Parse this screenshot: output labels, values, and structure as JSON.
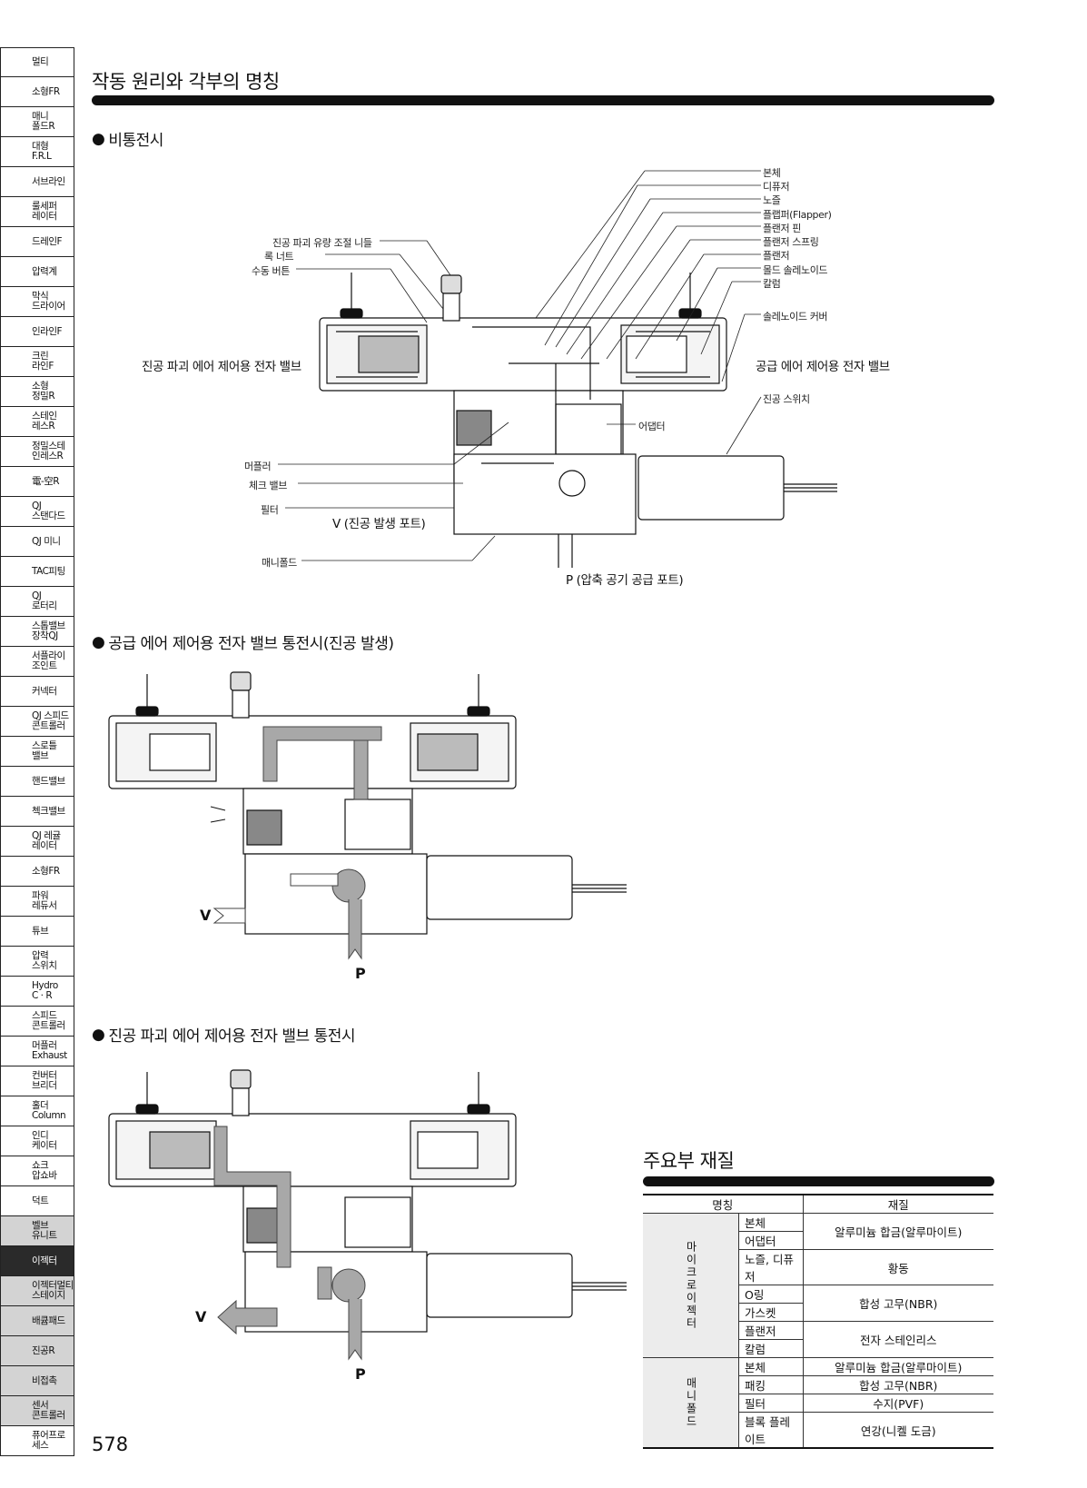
{
  "sidebar": [
    {
      "label": "멀티",
      "state": "normal"
    },
    {
      "label": "소형FR",
      "state": "normal"
    },
    {
      "label": "매니\n폴드R",
      "state": "normal"
    },
    {
      "label": "대형\nF.R.L",
      "state": "normal"
    },
    {
      "label": "서브라인",
      "state": "normal"
    },
    {
      "label": "룰세퍼\n레이터",
      "state": "normal"
    },
    {
      "label": "드레인F",
      "state": "normal"
    },
    {
      "label": "압력계",
      "state": "normal"
    },
    {
      "label": "막식\n드라이어",
      "state": "normal"
    },
    {
      "label": "인라인F",
      "state": "normal"
    },
    {
      "label": "크린\n라인F",
      "state": "normal"
    },
    {
      "label": "소형\n정밀R",
      "state": "normal"
    },
    {
      "label": "스테인\n레스R",
      "state": "normal"
    },
    {
      "label": "정밀스테\n인레스R",
      "state": "normal"
    },
    {
      "label": "電-空R",
      "state": "normal"
    },
    {
      "label": "QJ\n스탠다드",
      "state": "normal"
    },
    {
      "label": "QJ 미니",
      "state": "normal"
    },
    {
      "label": "TAC피팅",
      "state": "normal"
    },
    {
      "label": "QJ\n로터리",
      "state": "normal"
    },
    {
      "label": "스톱밸브\n장착QJ",
      "state": "normal"
    },
    {
      "label": "서플라이\n조인트",
      "state": "normal"
    },
    {
      "label": "커넥터",
      "state": "normal"
    },
    {
      "label": "QJ 스피드\n콘트롤러",
      "state": "normal"
    },
    {
      "label": "스로틀\n밸브",
      "state": "normal"
    },
    {
      "label": "핸드밸브",
      "state": "normal"
    },
    {
      "label": "첵크밸브",
      "state": "normal"
    },
    {
      "label": "QJ 레귤\n레이터",
      "state": "normal"
    },
    {
      "label": "소형FR",
      "state": "normal"
    },
    {
      "label": "파워\n레듀서",
      "state": "normal"
    },
    {
      "label": "튜브",
      "state": "normal"
    },
    {
      "label": "압력\n스위치",
      "state": "normal"
    },
    {
      "label": "Hydro\nC · R",
      "state": "normal"
    },
    {
      "label": "스피드\n콘트롤러",
      "state": "normal"
    },
    {
      "label": "머플러\nExhaust",
      "state": "normal"
    },
    {
      "label": "컨버터\n브리더",
      "state": "normal"
    },
    {
      "label": "홀더\nColumn",
      "state": "normal"
    },
    {
      "label": "인디\n케이터",
      "state": "normal"
    },
    {
      "label": "쇼크\n압쇼바",
      "state": "normal"
    },
    {
      "label": "덕트",
      "state": "normal"
    },
    {
      "label": "벨브\n유니트",
      "state": "highlight"
    },
    {
      "label": "이젝터",
      "state": "active"
    },
    {
      "label": "이젝터멀티\n스테이지",
      "state": "highlight"
    },
    {
      "label": "배큠패드",
      "state": "highlight"
    },
    {
      "label": "진공R",
      "state": "highlight"
    },
    {
      "label": "비접촉",
      "state": "highlight"
    },
    {
      "label": "센서\n콘트롤러",
      "state": "highlight"
    },
    {
      "label": "퓨어프로\n세스",
      "state": "normal"
    }
  ],
  "page": {
    "title": "작동 원리와 각부의 명칭",
    "page_number": "578"
  },
  "section1": {
    "heading": "비통전시",
    "parts": [
      "본체",
      "디퓨저",
      "노즐",
      "플랩퍼(Flapper)",
      "플랜저 핀",
      "플랜저 스프링",
      "플랜저",
      "몰드 솔레노이드",
      "칼럼"
    ],
    "solenoid_cover": "솔레노이드 커버",
    "right_valve": "공급 에어 제어용 전자 밸브",
    "vacuum_switch": "진공 스위치",
    "left_labels": [
      "진공 파괴 유량 조절 니들",
      "록 너트",
      "수동 버튼"
    ],
    "left_valve": "진공 파괴 에어 제어용 전자 밸브",
    "adapter": "어댑터",
    "muffler": "머플러",
    "check_valve": "체크 밸브",
    "filter": "필터",
    "v_port": "V (진공 발생 포트)",
    "manifold": "매니폴드",
    "p_port": "P (압축 공기 공급 포트)"
  },
  "section2": {
    "heading": "공급 에어 제어용 전자 밸브 통전시(진공 발생)",
    "v": "V",
    "p": "P"
  },
  "section3": {
    "heading": "진공 파괴 에어 제어용 전자 밸브 통전시",
    "v": "V",
    "p": "P"
  },
  "materials": {
    "title": "주요부 재질",
    "header": [
      "명칭",
      "재질"
    ],
    "groups": [
      {
        "group": "마이크로이젝터",
        "rows": [
          {
            "name": "본체",
            "material": "알루미늄 합금(알루마이트)",
            "span": 2
          },
          {
            "name": "어댑터"
          },
          {
            "name": "노즐, 디퓨저",
            "material": "황동",
            "span": 1
          },
          {
            "name": "O링",
            "material": "합성 고무(NBR)",
            "span": 2
          },
          {
            "name": "가스켓"
          },
          {
            "name": "플랜저",
            "material": "전자 스테인리스",
            "span": 2
          },
          {
            "name": "칼럼"
          }
        ]
      },
      {
        "group": "매니폴드",
        "rows": [
          {
            "name": "본체",
            "material": "알루미늄 합금(알루마이트)",
            "span": 1
          },
          {
            "name": "패킹",
            "material": "합성 고무(NBR)",
            "span": 1
          },
          {
            "name": "필터",
            "material": "수지(PVF)",
            "span": 1
          },
          {
            "name": "블록 플레이트",
            "material": "연강(니켈 도금)",
            "span": 1
          }
        ]
      }
    ]
  }
}
